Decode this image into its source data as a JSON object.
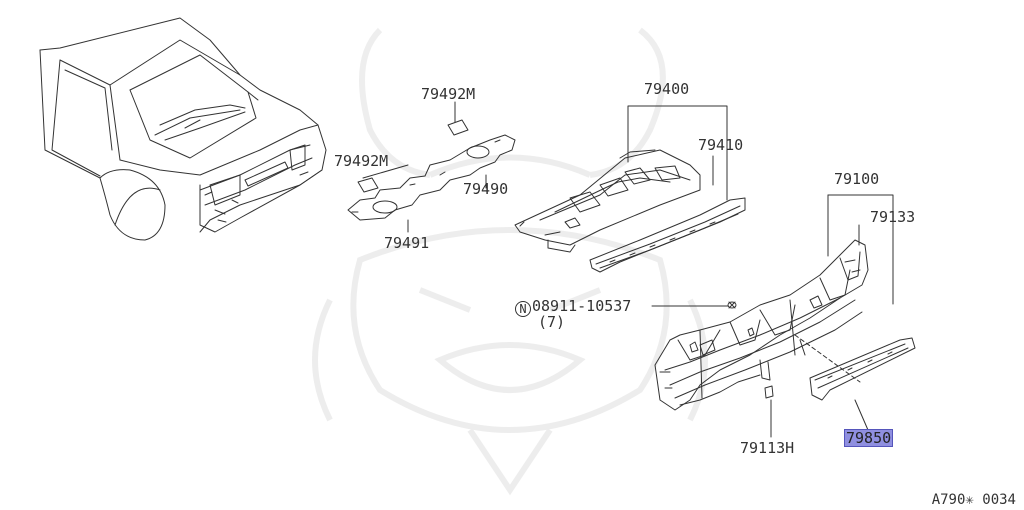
{
  "labels": {
    "p79492M_top": "79492M",
    "p79492M_left": "79492M",
    "p79490": "79490",
    "p79491": "79491",
    "p79400": "79400",
    "p79410": "79410",
    "p79100": "79100",
    "p79133": "79133",
    "bolt_symbol": "N",
    "bolt_number": "08911-10537",
    "bolt_qty": "(7)",
    "p79113H": "79113H",
    "p79850": "79850"
  },
  "footer": "A790✳ 0034",
  "colors": {
    "line": "#333333",
    "highlight": "#8f8fe0",
    "watermark": "#ececec"
  }
}
